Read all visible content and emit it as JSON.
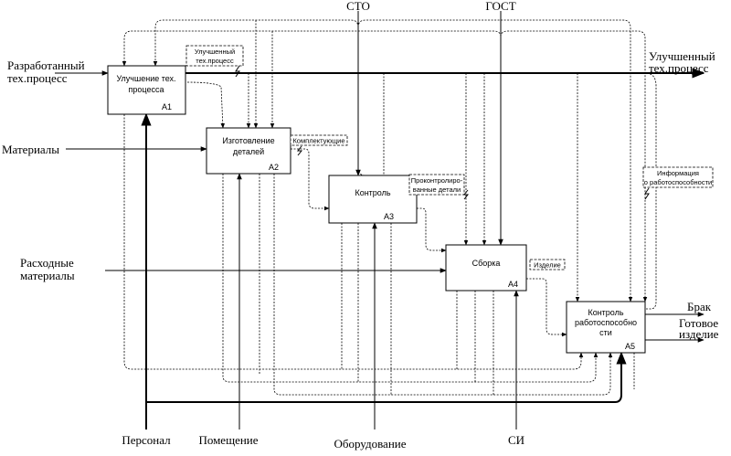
{
  "inputs": {
    "tech_process_l1": "Разработанный",
    "tech_process_l2": "тех.процесс",
    "materials": "Материалы",
    "consumables_l1": "Расходные",
    "consumables_l2": "материалы"
  },
  "controls": {
    "sto": "СТО",
    "gost": "ГОСТ"
  },
  "mechanisms": {
    "personnel": "Персонал",
    "premises": "Помещение",
    "equipment": "Оборудование",
    "si": "СИ"
  },
  "outputs": {
    "improved_l1": "Улучшенный",
    "improved_l2": "тех.процесс",
    "reject": "Брак",
    "finished_l1": "Готовое",
    "finished_l2": "изделие"
  },
  "blocks": {
    "a1": {
      "l1": "Улучшение тех.",
      "l2": "процесса",
      "code": "A1"
    },
    "a2": {
      "l1": "Изготовление",
      "l2": "деталей",
      "code": "A2"
    },
    "a3": {
      "l1": "Контроль",
      "code": "A3"
    },
    "a4": {
      "l1": "Сборка",
      "code": "A4"
    },
    "a5": {
      "l1": "Контроль",
      "l2": "работоспособно",
      "l3": "сти",
      "code": "A5"
    }
  },
  "flow_labels": {
    "improved_l1": "Улучшенный",
    "improved_l2": "тех.процесс",
    "components": "Комплектующие",
    "checked_l1": "Проконтролиро-",
    "checked_l2": "ванные детали",
    "product": "Изделие",
    "info_l1": "Информация",
    "info_l2": "о работоспособности"
  }
}
